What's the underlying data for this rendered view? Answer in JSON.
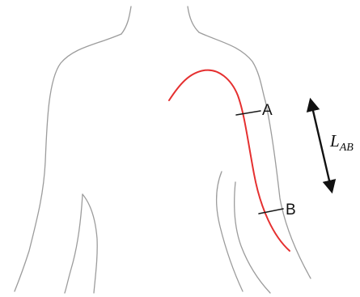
{
  "labels": {
    "point_a": "A",
    "point_b": "B",
    "length_main": "L",
    "length_sub": "AB"
  },
  "colors": {
    "outline": "#9c9c9c",
    "artery": "#e53030",
    "marker": "#1a1a1a",
    "arrow": "#111111",
    "text": "#111111"
  },
  "icons": {
    "measurement_arrow": "double-headed-arrow"
  }
}
